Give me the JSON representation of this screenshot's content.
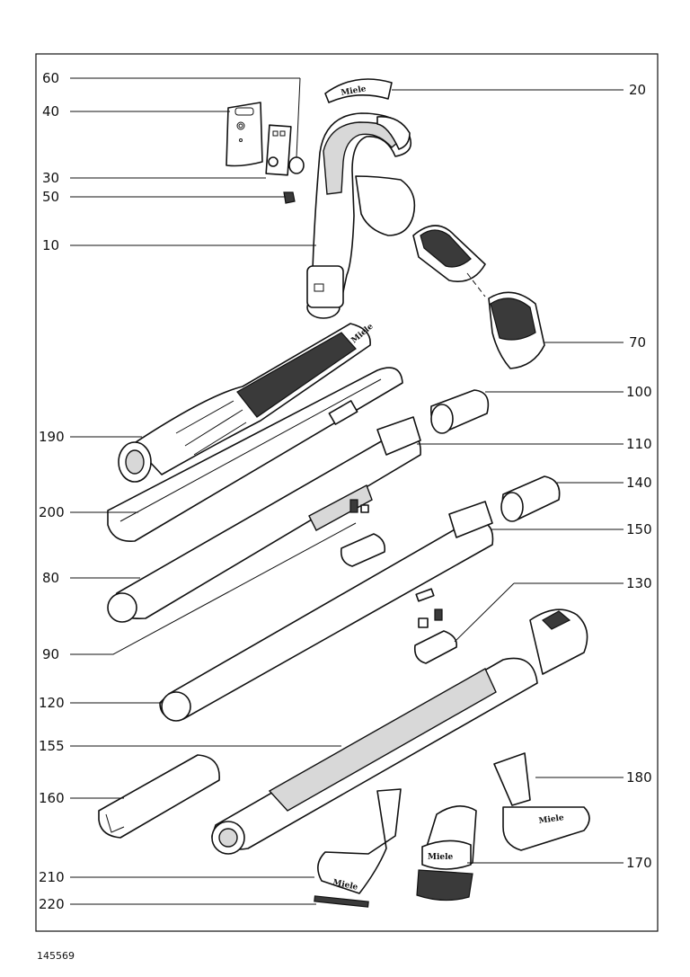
{
  "document_id": "145569",
  "brand_marks": {
    "accessory_1": "Miele",
    "accessory_2": "Miele",
    "accessory_3": "Miele",
    "handle_cap": "Miele",
    "hose_label": "Miele"
  },
  "callouts": {
    "c60": "60",
    "c40": "40",
    "c30": "30",
    "c50": "50",
    "c10": "10",
    "c20": "20",
    "c70": "70",
    "c100": "100",
    "c110": "110",
    "c190": "190",
    "c140": "140",
    "c200": "200",
    "c150": "150",
    "c80": "80",
    "c130": "130",
    "c90": "90",
    "c120": "120",
    "c155": "155",
    "c160": "160",
    "c180": "180",
    "c210": "210",
    "c170": "170",
    "c220": "220"
  }
}
